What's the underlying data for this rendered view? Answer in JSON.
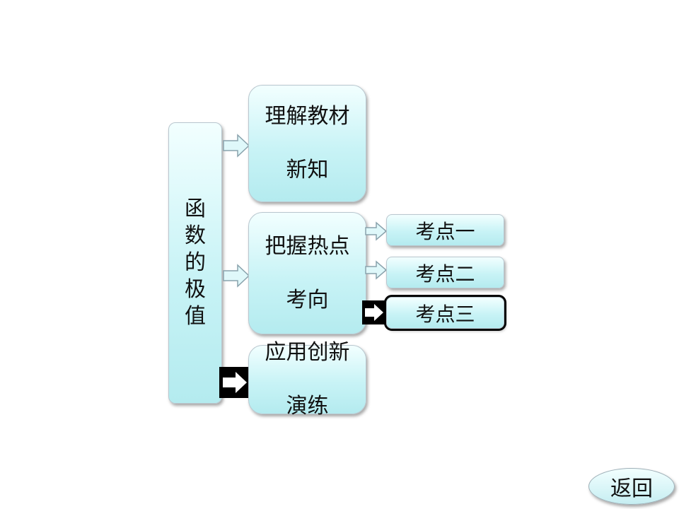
{
  "root": {
    "label": "函数的极值"
  },
  "sections": [
    {
      "label": "理解教材新知",
      "lines": [
        "理解教材",
        "新知"
      ]
    },
    {
      "label": "把握热点考向",
      "lines": [
        "把握热点",
        "考向"
      ]
    },
    {
      "label": "应用创新演练",
      "lines": [
        "应用创新",
        "演练"
      ]
    }
  ],
  "subitems": [
    "考点一",
    "考点二",
    "考点三"
  ],
  "nav": {
    "back_label": "返回"
  },
  "colors": {
    "box_top": "#f2ffff",
    "box_bottom": "#b4ebef",
    "active_border": "#000000"
  }
}
